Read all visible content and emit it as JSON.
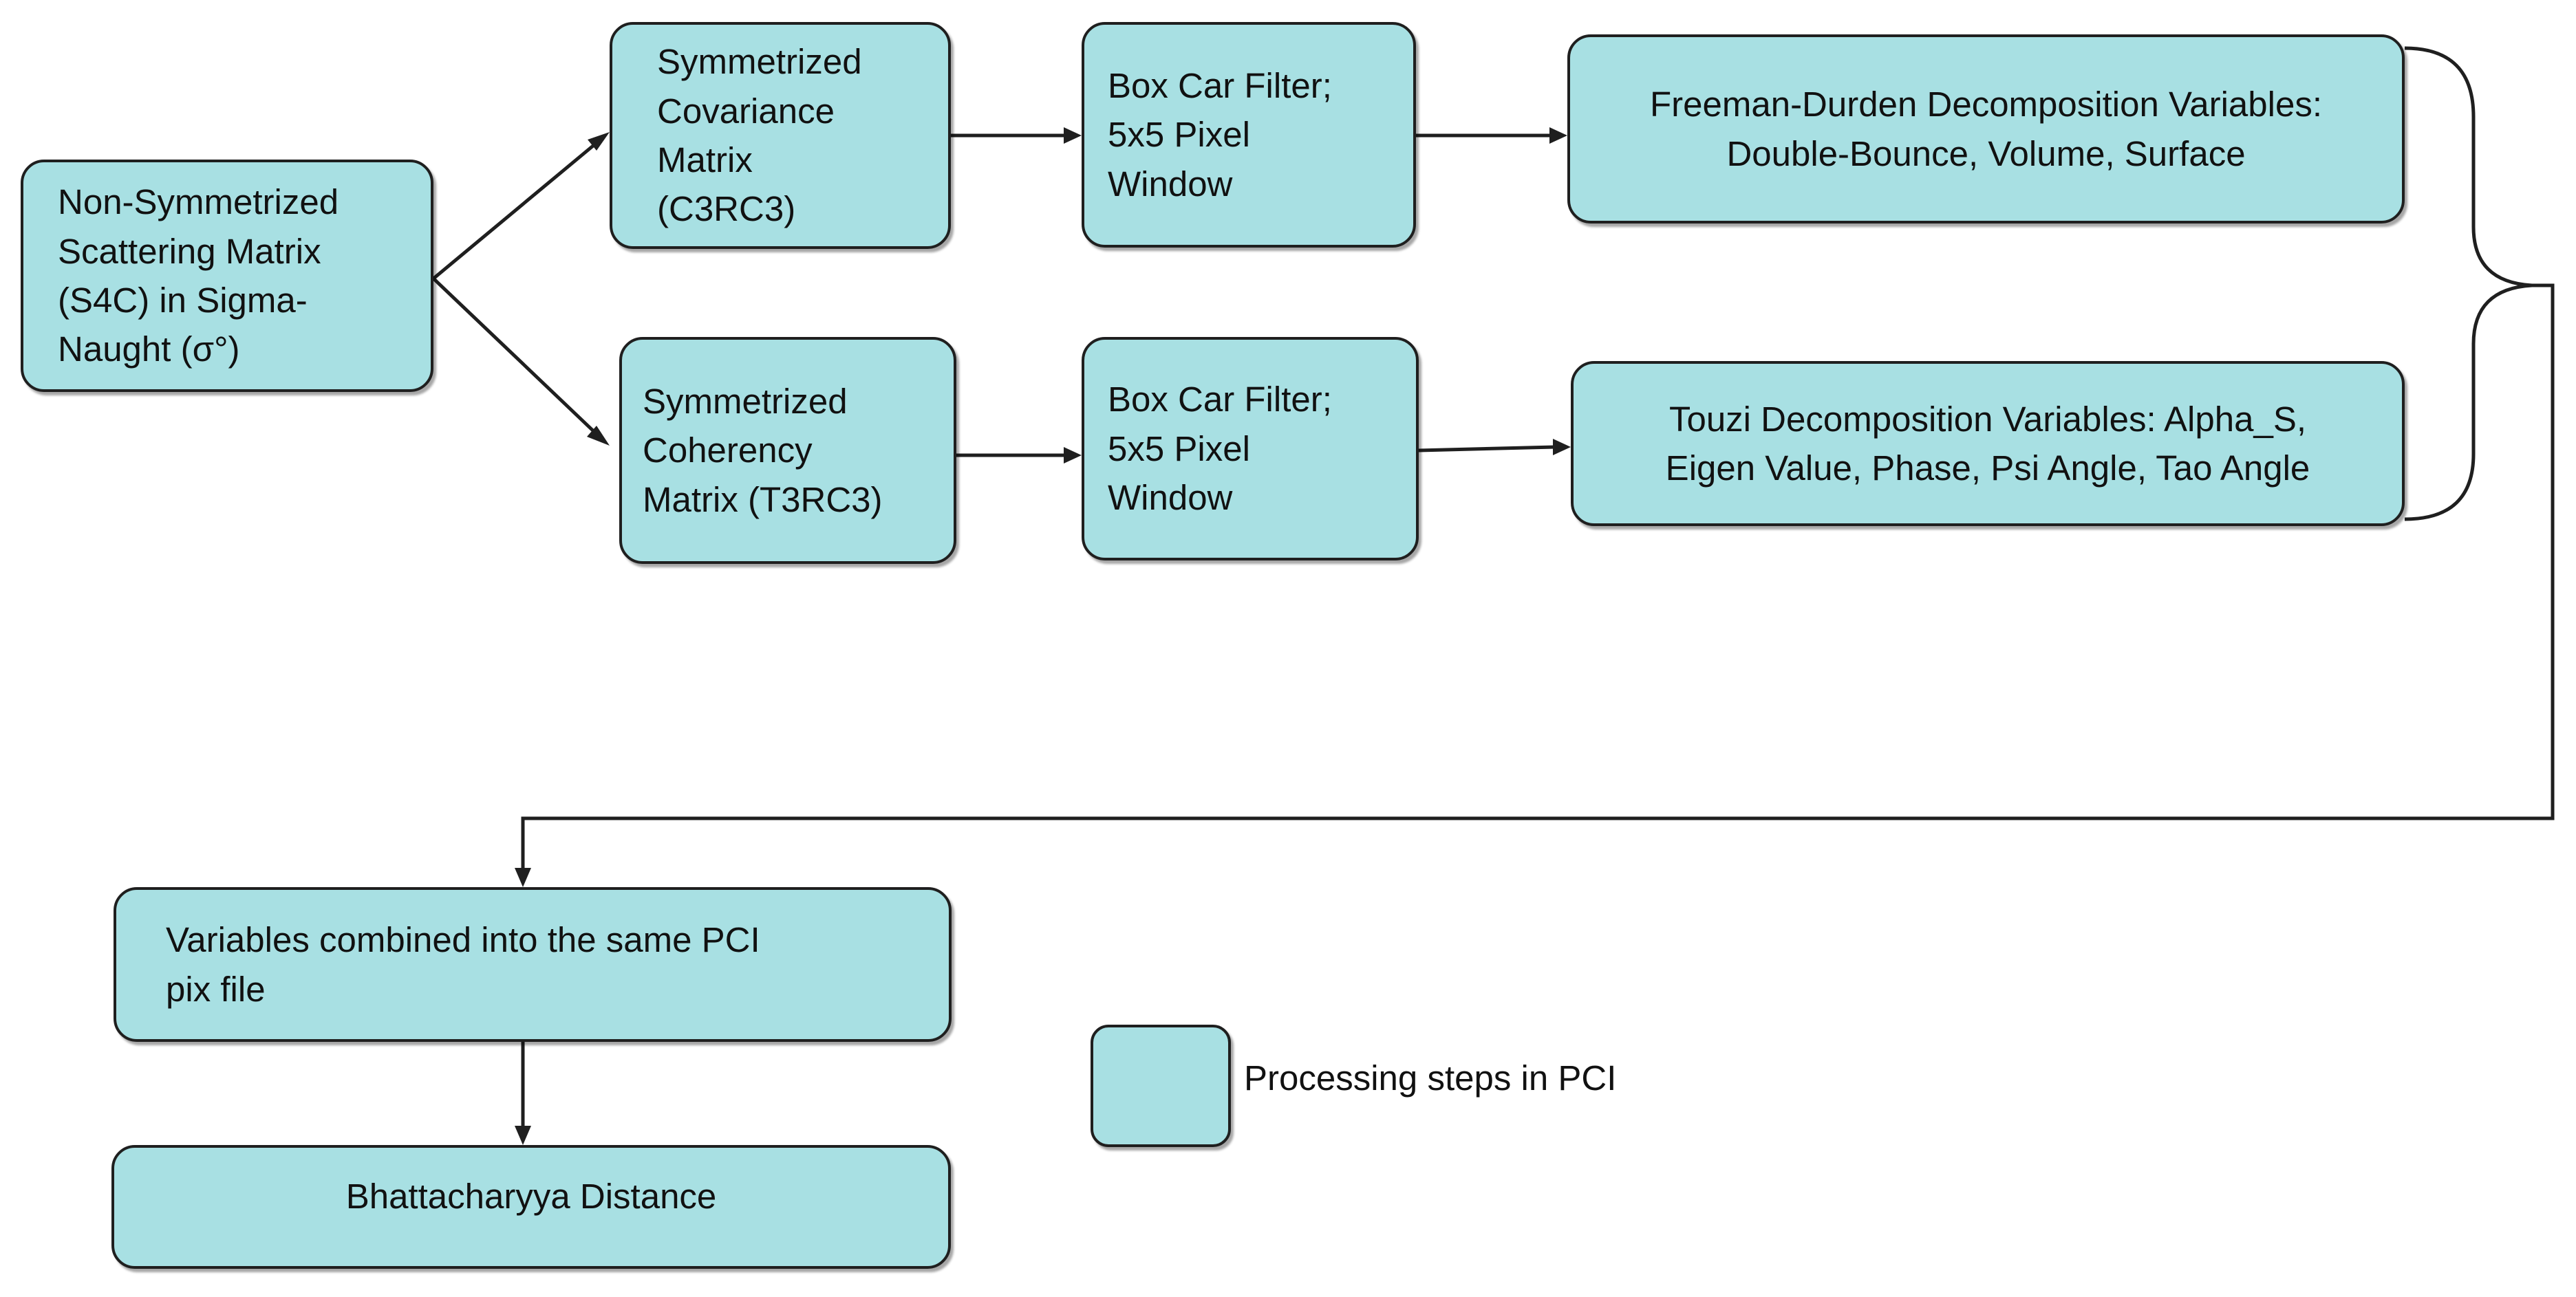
{
  "nodes": {
    "input": {
      "lines": [
        "Non-Symmetrized",
        "Scattering Matrix",
        "(S4C) in Sigma-",
        "Naught (σ°)"
      ]
    },
    "covariance": {
      "lines": [
        "Symmetrized",
        "Covariance",
        "Matrix",
        "(C3RC3)"
      ]
    },
    "coherency": {
      "lines": [
        "Symmetrized",
        "Coherency",
        "Matrix (T3RC3)"
      ]
    },
    "filter_top": {
      "lines": [
        "Box Car Filter;",
        "5x5 Pixel",
        "Window"
      ]
    },
    "filter_bottom": {
      "lines": [
        "Box Car Filter;",
        "5x5 Pixel",
        "Window"
      ]
    },
    "freeman": {
      "lines": [
        "Freeman-Durden Decomposition Variables:",
        "Double-Bounce, Volume, Surface"
      ]
    },
    "touzi": {
      "lines": [
        "Touzi Decomposition Variables: Alpha_S,",
        "Eigen Value,  Phase, Psi Angle, Tao Angle"
      ]
    },
    "combined": {
      "lines": [
        "Variables combined into the same PCI",
        "pix file"
      ]
    },
    "bhatt": {
      "lines": [
        "Bhattacharyya Distance"
      ]
    }
  },
  "legend": {
    "label": "Processing steps in PCI"
  },
  "colors": {
    "box_fill": "#a8e0e3",
    "stroke": "#1f1f1f"
  }
}
